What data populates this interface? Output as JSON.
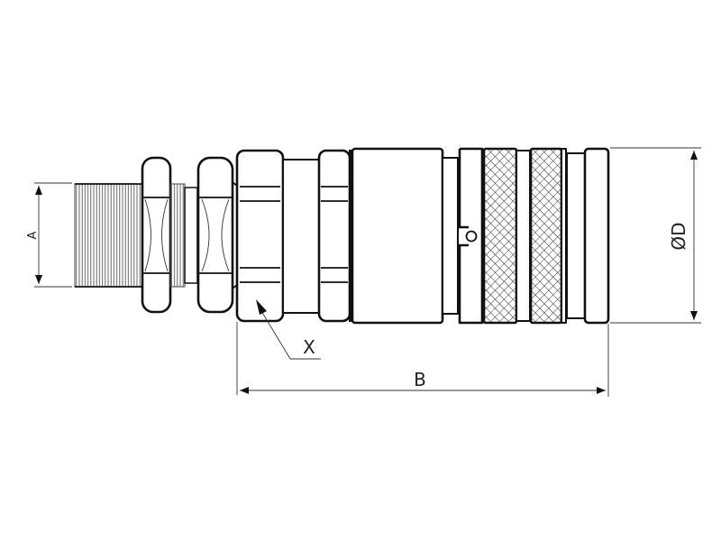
{
  "drawing": {
    "labels": {
      "a": "A",
      "b": "B",
      "d": "ØD",
      "x": "X"
    },
    "line_color": "#111111",
    "background": "#ffffff"
  }
}
